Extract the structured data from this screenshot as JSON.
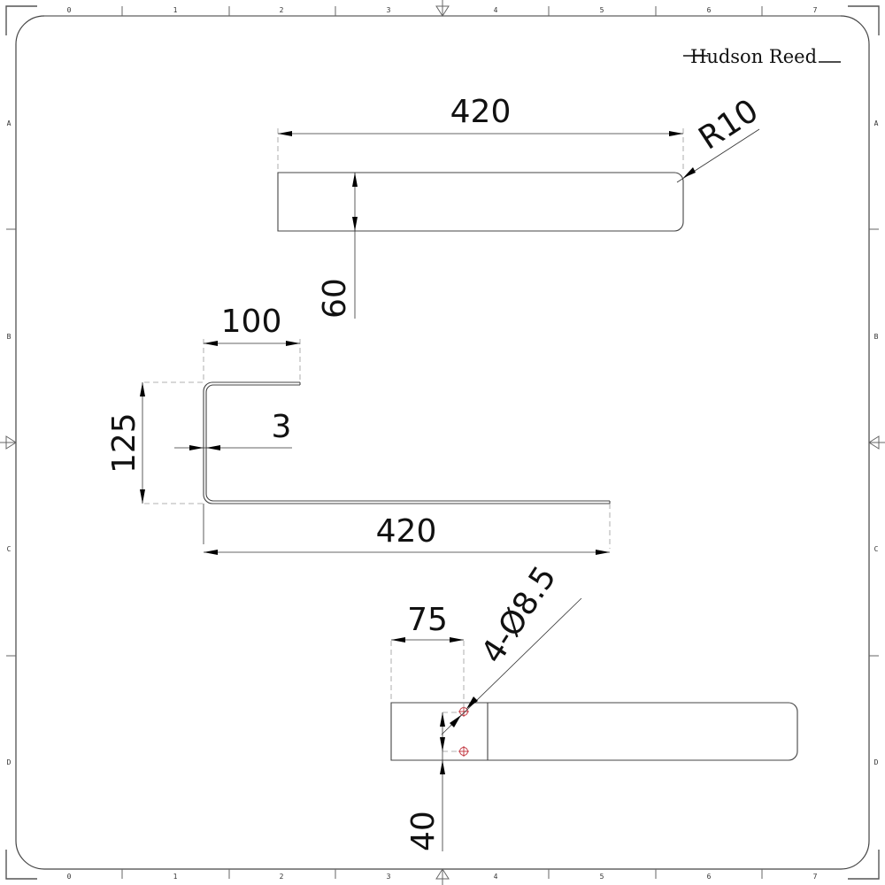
{
  "logo": {
    "brand": "Hudson Reed"
  },
  "border": {
    "columns": [
      "0",
      "1",
      "2",
      "3",
      "4",
      "5",
      "6",
      "7"
    ],
    "rows": [
      "A",
      "B",
      "C",
      "D"
    ]
  },
  "views": {
    "top_plate": {
      "length_label": "420",
      "radius_label": "R10",
      "width_label": "60"
    },
    "side_profile": {
      "top_leg_label": "100",
      "height_label": "125",
      "thickness_label": "3",
      "length_label": "420"
    },
    "mounting_plate": {
      "hole_offset_label": "75",
      "hole_spec_label": "4-Ø8.5",
      "hole_spacing_label": "40"
    }
  },
  "colors": {
    "line": "#444444",
    "hole_marker": "#c0303a",
    "text": "#111111"
  }
}
